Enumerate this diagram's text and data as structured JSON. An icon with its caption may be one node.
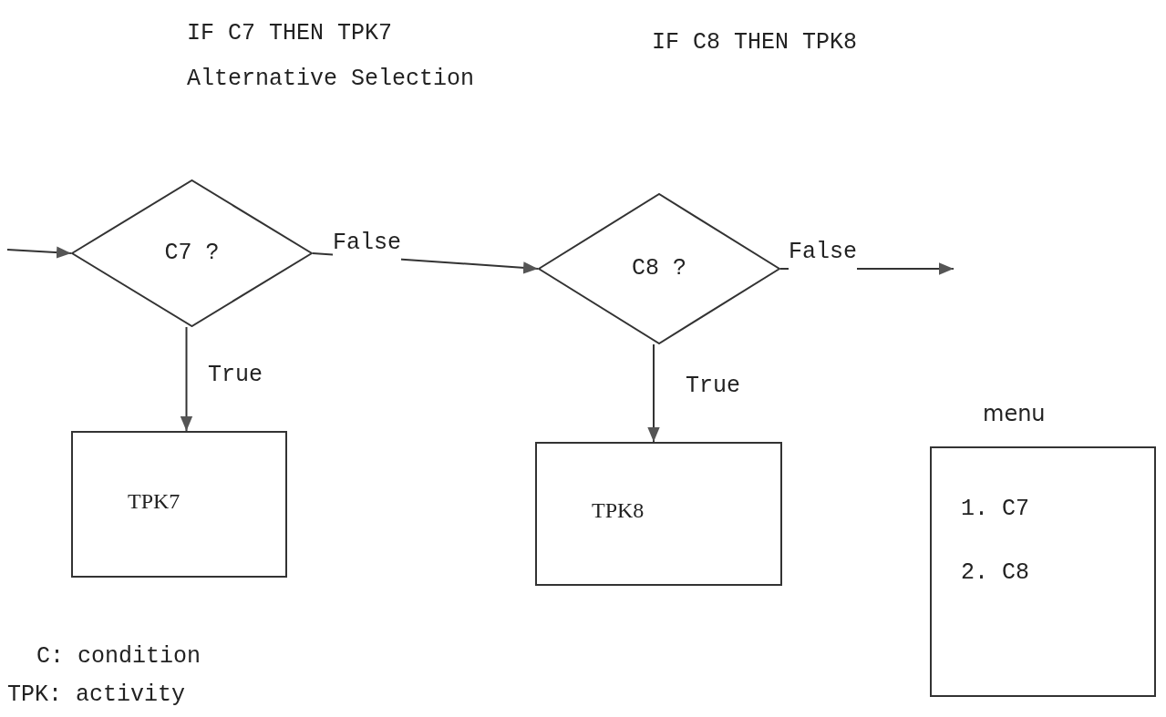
{
  "diagram": {
    "nodes": [
      {
        "text": [
          "C7 ?"
        ]
      },
      {
        "text": [
          "TPK7"
        ]
      },
      {
        "text": [
          "C8 ?"
        ]
      },
      {
        "text": [
          "TPK8"
        ]
      },
      {
        "text": [
          "menu",
          "1. C7",
          "2. C8"
        ]
      }
    ],
    "edges": [
      {
        "from": null,
        "to": 0,
        "arrow": "to"
      },
      {
        "from": 0,
        "to": 2,
        "arrow": "to",
        "label": "False"
      },
      {
        "from": 0,
        "to": 1,
        "arrow": "to",
        "label": "True"
      },
      {
        "from": 2,
        "to": 3,
        "arrow": "to",
        "label": "True"
      },
      {
        "from": 2,
        "to": null,
        "arrow": "to",
        "label": "False"
      }
    ],
    "labels": [
      "IF C7 THEN TPK7",
      "Alternative Selection",
      "IF C8 THEN TPK8",
      "C: condition",
      "TPK: activity"
    ]
  }
}
